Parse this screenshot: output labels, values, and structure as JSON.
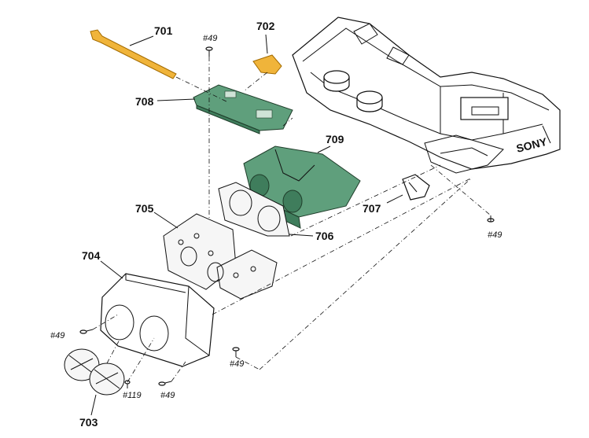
{
  "parts": {
    "p701": "701",
    "p702": "702",
    "p703": "703",
    "p704": "704",
    "p705": "705",
    "p706": "706",
    "p707": "707",
    "p708": "708",
    "p709": "709"
  },
  "screws": {
    "s1": "#49",
    "s2": "#49",
    "s3": "#49",
    "s4": "#49",
    "s5": "#49",
    "s6": "#119"
  },
  "brand": "SONY",
  "colors": {
    "pcb": "#5f9f7c",
    "insulator": "#f0b43a"
  }
}
